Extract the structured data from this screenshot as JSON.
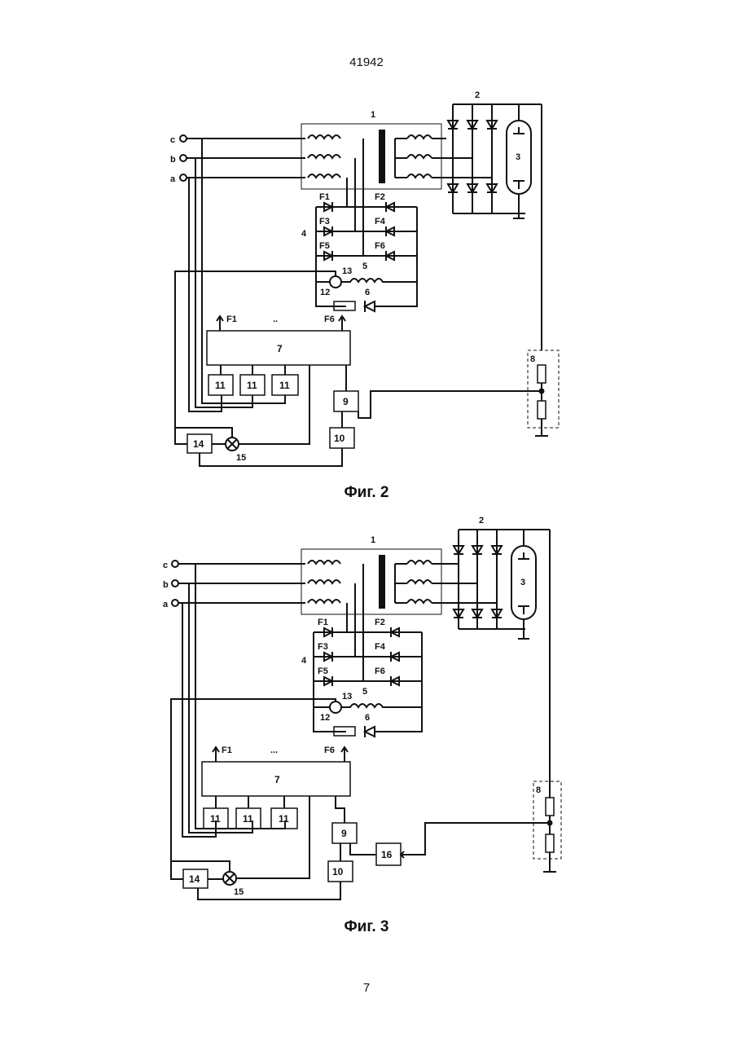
{
  "page": {
    "number_top": "41942",
    "number_bottom": "7"
  },
  "figures": [
    {
      "caption": "Фиг. 2",
      "inputs": [
        "c",
        "b",
        "a"
      ],
      "labels": {
        "transformer": "1",
        "rectifier": "2",
        "tube": "3",
        "switch_group": "4",
        "reactor": "5",
        "diode": "6",
        "control": "7",
        "divider": "8",
        "comparator": "9",
        "ref": "10",
        "sync": "11",
        "shunt": "12",
        "sensor": "13",
        "amp": "14",
        "mult": "15",
        "f1": "F1",
        "f2": "F2",
        "f3": "F3",
        "f4": "F4",
        "f5": "F5",
        "f6": "F6",
        "ellipsis": "..",
        "out_first": "F1",
        "out_last": "F6"
      }
    },
    {
      "caption": "Фиг. 3",
      "inputs": [
        "c",
        "b",
        "a"
      ],
      "labels": {
        "transformer": "1",
        "rectifier": "2",
        "tube": "3",
        "switch_group": "4",
        "reactor": "5",
        "diode": "6",
        "control": "7",
        "divider": "8",
        "comparator": "9",
        "ref": "10",
        "sync": "11",
        "shunt": "12",
        "sensor": "13",
        "amp": "14",
        "mult": "15",
        "filter": "16",
        "f1": "F1",
        "f2": "F2",
        "f3": "F3",
        "f4": "F4",
        "f5": "F5",
        "f6": "F6",
        "ellipsis": "...",
        "out_first": "F1",
        "out_last": "F6"
      }
    }
  ]
}
